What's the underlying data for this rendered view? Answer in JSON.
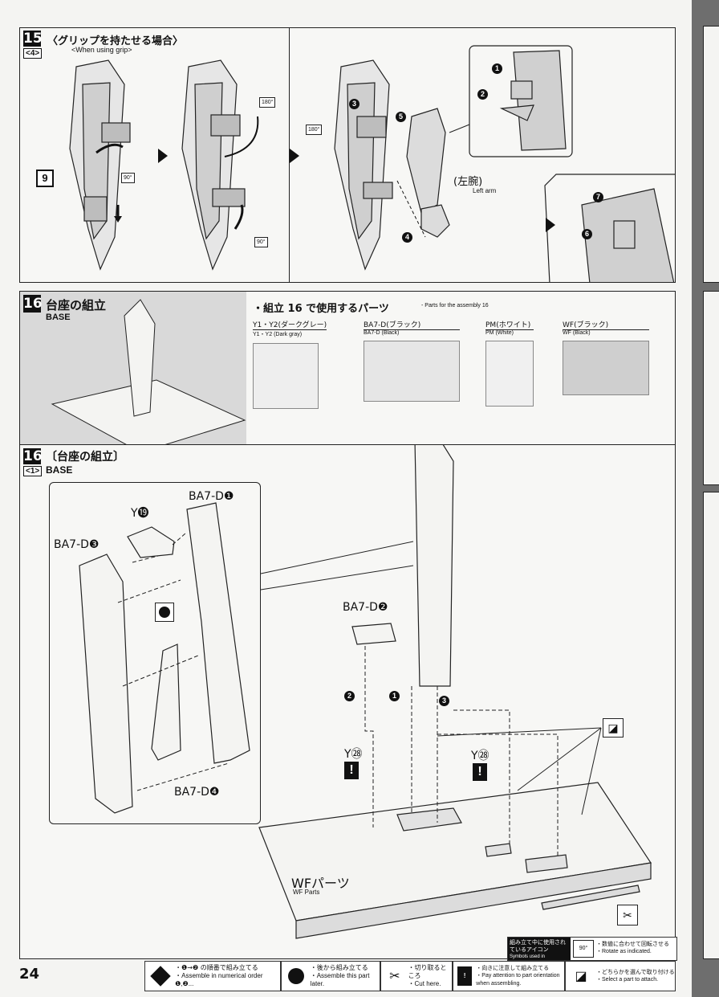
{
  "page_number": "24",
  "step15": {
    "number": "15",
    "substep": "4",
    "title_jp": "〈グリップを持たせる場合〉",
    "title_en": "<When using grip>",
    "ref_part": "9",
    "rot_a": "90°",
    "rot_b": "180°",
    "rot_c": "90°",
    "rot_d": "180°",
    "circled_3": "3",
    "circled_4": "4",
    "circled_5": "5",
    "left_arm_jp": "(左腕)",
    "left_arm_en": "Left arm",
    "detail_1": "1",
    "detail_2": "2",
    "detail_6": "6",
    "detail_7": "7"
  },
  "step16_parts": {
    "number": "16",
    "title_jp": "台座の組立",
    "title_en": "BASE",
    "parts_header_jp": "・組立 16 で使用するパーツ",
    "parts_header_en": "- Parts for the assembly 16",
    "runners": [
      {
        "jp": "Y1・Y2(ダークグレー)",
        "en": "Y1・Y2 (Dark gray)"
      },
      {
        "jp": "BA7-D(ブラック)",
        "en": "BA7-D (Black)"
      },
      {
        "jp": "PM(ホワイト)",
        "en": "PM (White)"
      },
      {
        "jp": "WF(ブラック)",
        "en": "WF (Black)"
      }
    ]
  },
  "step16_build": {
    "number": "16",
    "substep": "1",
    "title_jp": "〔台座の組立〕",
    "title_en": "BASE",
    "labels": {
      "ba7d1": "BA7-D❶",
      "ba7d2": "BA7-D❷",
      "ba7d3": "BA7-D❸",
      "ba7d4": "BA7-D❹",
      "y19": "Y⓳",
      "y28_left": "Y㉘",
      "y28_right": "Y㉘",
      "wf_jp": "WFパーツ",
      "wf_en": "WF Parts",
      "order_1": "1",
      "order_2": "2",
      "order_3": "3"
    }
  },
  "legend": {
    "title_jp": "組み立て中に使用されているアイコン",
    "title_en": "Symbols used in instructions",
    "rotate_icon": "90°",
    "rotate_jp": "・数値に合わせて回転させる",
    "rotate_en": "・Rotate as indicated.",
    "items": [
      {
        "jp": "・❶→❷ の順番で組み立てる",
        "en": "・Assemble in numerical order ❶,❷..."
      },
      {
        "jp": "・後から組み立てる",
        "en": "・Assemble this part later."
      },
      {
        "jp": "・切り取るところ",
        "en": "・Cut here."
      },
      {
        "jp": "・向きに注意して組み立てる",
        "en": "・Pay attention to part orientation when assembling."
      },
      {
        "jp": "・どちらかを選んで取り付ける",
        "en": "・Select a part to attach."
      }
    ]
  },
  "colors": {
    "ink": "#111111",
    "paper": "#f7f7f5",
    "shade": "#d9d9d9",
    "frame_bg": "#7a7a7a"
  }
}
